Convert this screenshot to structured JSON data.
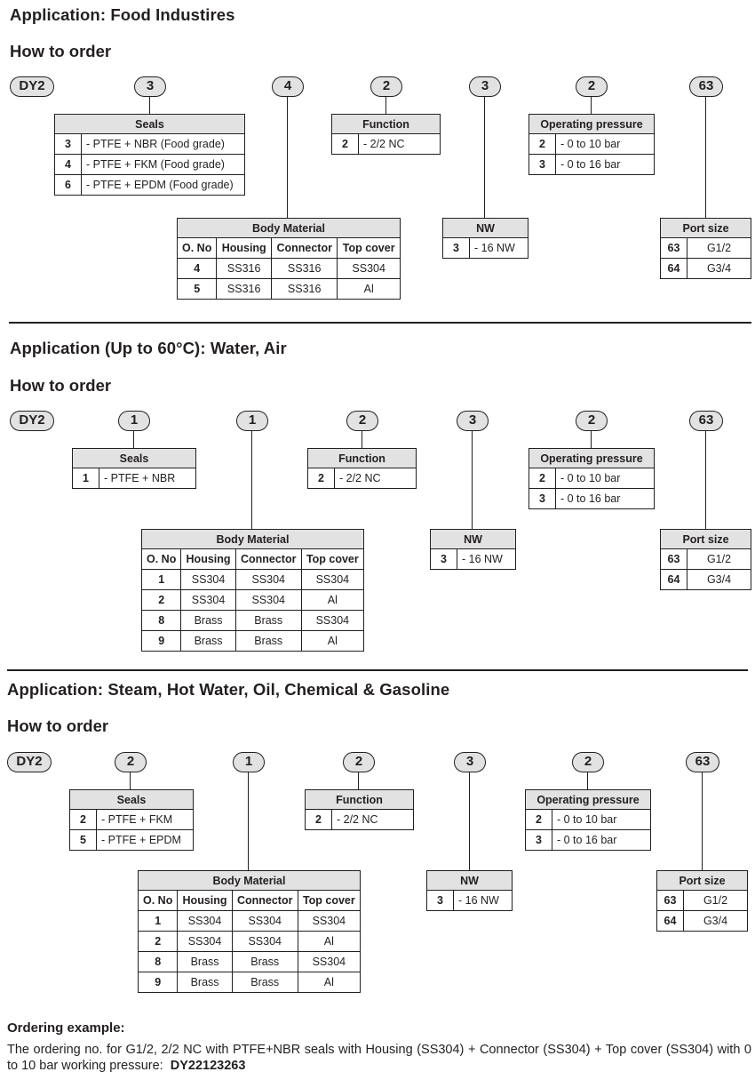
{
  "sections": [
    {
      "title": "Application: Food Industires",
      "subtitle": "How to order",
      "pills": [
        "DY2",
        "3",
        "4",
        "2",
        "3",
        "2",
        "63"
      ],
      "seals": {
        "header": "Seals",
        "rows": [
          [
            "3",
            "- PTFE + NBR (Food grade)"
          ],
          [
            "4",
            "- PTFE + FKM (Food grade)"
          ],
          [
            "6",
            "- PTFE + EPDM (Food grade)"
          ]
        ]
      },
      "function": {
        "header": "Function",
        "rows": [
          [
            "2",
            "- 2/2 NC"
          ]
        ]
      },
      "pressure": {
        "header": "Operating pressure",
        "rows": [
          [
            "2",
            "- 0 to 10 bar"
          ],
          [
            "3",
            "- 0 to 16 bar"
          ]
        ]
      },
      "nw": {
        "header": "NW",
        "rows": [
          [
            "3",
            "- 16 NW"
          ]
        ]
      },
      "port": {
        "header": "Port size",
        "rows": [
          [
            "63",
            "G1/2"
          ],
          [
            "64",
            "G3/4"
          ]
        ]
      },
      "body": {
        "header": "Body Material",
        "columns": [
          "O. No",
          "Housing",
          "Connector",
          "Top cover"
        ],
        "rows": [
          [
            "4",
            "SS316",
            "SS316",
            "SS304"
          ],
          [
            "5",
            "SS316",
            "SS316",
            "Al"
          ]
        ]
      }
    },
    {
      "title": "Application (Up to 60°C): Water, Air",
      "subtitle": "How to order",
      "pills": [
        "DY2",
        "1",
        "1",
        "2",
        "3",
        "2",
        "63"
      ],
      "seals": {
        "header": "Seals",
        "rows": [
          [
            "1",
            "- PTFE + NBR"
          ]
        ]
      },
      "function": {
        "header": "Function",
        "rows": [
          [
            "2",
            "- 2/2 NC"
          ]
        ]
      },
      "pressure": {
        "header": "Operating pressure",
        "rows": [
          [
            "2",
            "- 0 to 10 bar"
          ],
          [
            "3",
            "- 0 to 16 bar"
          ]
        ]
      },
      "nw": {
        "header": "NW",
        "rows": [
          [
            "3",
            "- 16 NW"
          ]
        ]
      },
      "port": {
        "header": "Port size",
        "rows": [
          [
            "63",
            "G1/2"
          ],
          [
            "64",
            "G3/4"
          ]
        ]
      },
      "body": {
        "header": "Body Material",
        "columns": [
          "O. No",
          "Housing",
          "Connector",
          "Top cover"
        ],
        "rows": [
          [
            "1",
            "SS304",
            "SS304",
            "SS304"
          ],
          [
            "2",
            "SS304",
            "SS304",
            "Al"
          ],
          [
            "8",
            "Brass",
            "Brass",
            "SS304"
          ],
          [
            "9",
            "Brass",
            "Brass",
            "Al"
          ]
        ]
      }
    },
    {
      "title": "Application: Steam, Hot Water, Oil, Chemical & Gasoline",
      "subtitle": "How to order",
      "pills": [
        "DY2",
        "2",
        "1",
        "2",
        "3",
        "2",
        "63"
      ],
      "seals": {
        "header": "Seals",
        "rows": [
          [
            "2",
            "- PTFE + FKM"
          ],
          [
            "5",
            "- PTFE + EPDM"
          ]
        ]
      },
      "function": {
        "header": "Function",
        "rows": [
          [
            "2",
            "- 2/2 NC"
          ]
        ]
      },
      "pressure": {
        "header": "Operating pressure",
        "rows": [
          [
            "2",
            "- 0 to 10 bar"
          ],
          [
            "3",
            "- 0 to 16 bar"
          ]
        ]
      },
      "nw": {
        "header": "NW",
        "rows": [
          [
            "3",
            "- 16 NW"
          ]
        ]
      },
      "port": {
        "header": "Port size",
        "rows": [
          [
            "63",
            "G1/2"
          ],
          [
            "64",
            "G3/4"
          ]
        ]
      },
      "body": {
        "header": "Body Material",
        "columns": [
          "O. No",
          "Housing",
          "Connector",
          "Top cover"
        ],
        "rows": [
          [
            "1",
            "SS304",
            "SS304",
            "SS304"
          ],
          [
            "2",
            "SS304",
            "SS304",
            "Al"
          ],
          [
            "8",
            "Brass",
            "Brass",
            "SS304"
          ],
          [
            "9",
            "Brass",
            "Brass",
            "Al"
          ]
        ]
      }
    }
  ],
  "example": {
    "title": "Ordering example:",
    "text": "The ordering no. for G1/2, 2/2 NC with PTFE+NBR seals with Housing (SS304) + Connector (SS304) + Top cover (SS304) with 0 to 10 bar working pressure:",
    "code": "DY22123263"
  }
}
